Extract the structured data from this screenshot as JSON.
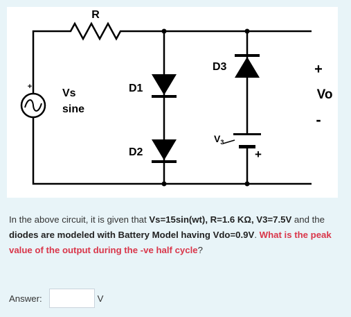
{
  "circuit": {
    "resistor_label": "R",
    "source_label": "Vs",
    "source_sublabel": "sine",
    "diode1_label": "D1",
    "diode2_label": "D2",
    "diode3_label": "D3",
    "battery_label": "V",
    "battery_label_sub": "3",
    "battery_plus": "+",
    "source_plus": "+",
    "output_label": "Vo",
    "output_plus": "+",
    "output_minus": "-"
  },
  "question": {
    "intro": "In the above circuit, it is given that ",
    "given": "Vs=15sin(wt), R=1.6 KΩ, V3=7.5V",
    "and": " and the ",
    "model": "diodes are modeled with Battery Model having Vdo=0.9V",
    "period": ". ",
    "ask": "What is the peak value of the output during the -ve half cycle",
    "qmark": "?"
  },
  "answer": {
    "label": "Answer:",
    "value": "",
    "unit": "V"
  }
}
